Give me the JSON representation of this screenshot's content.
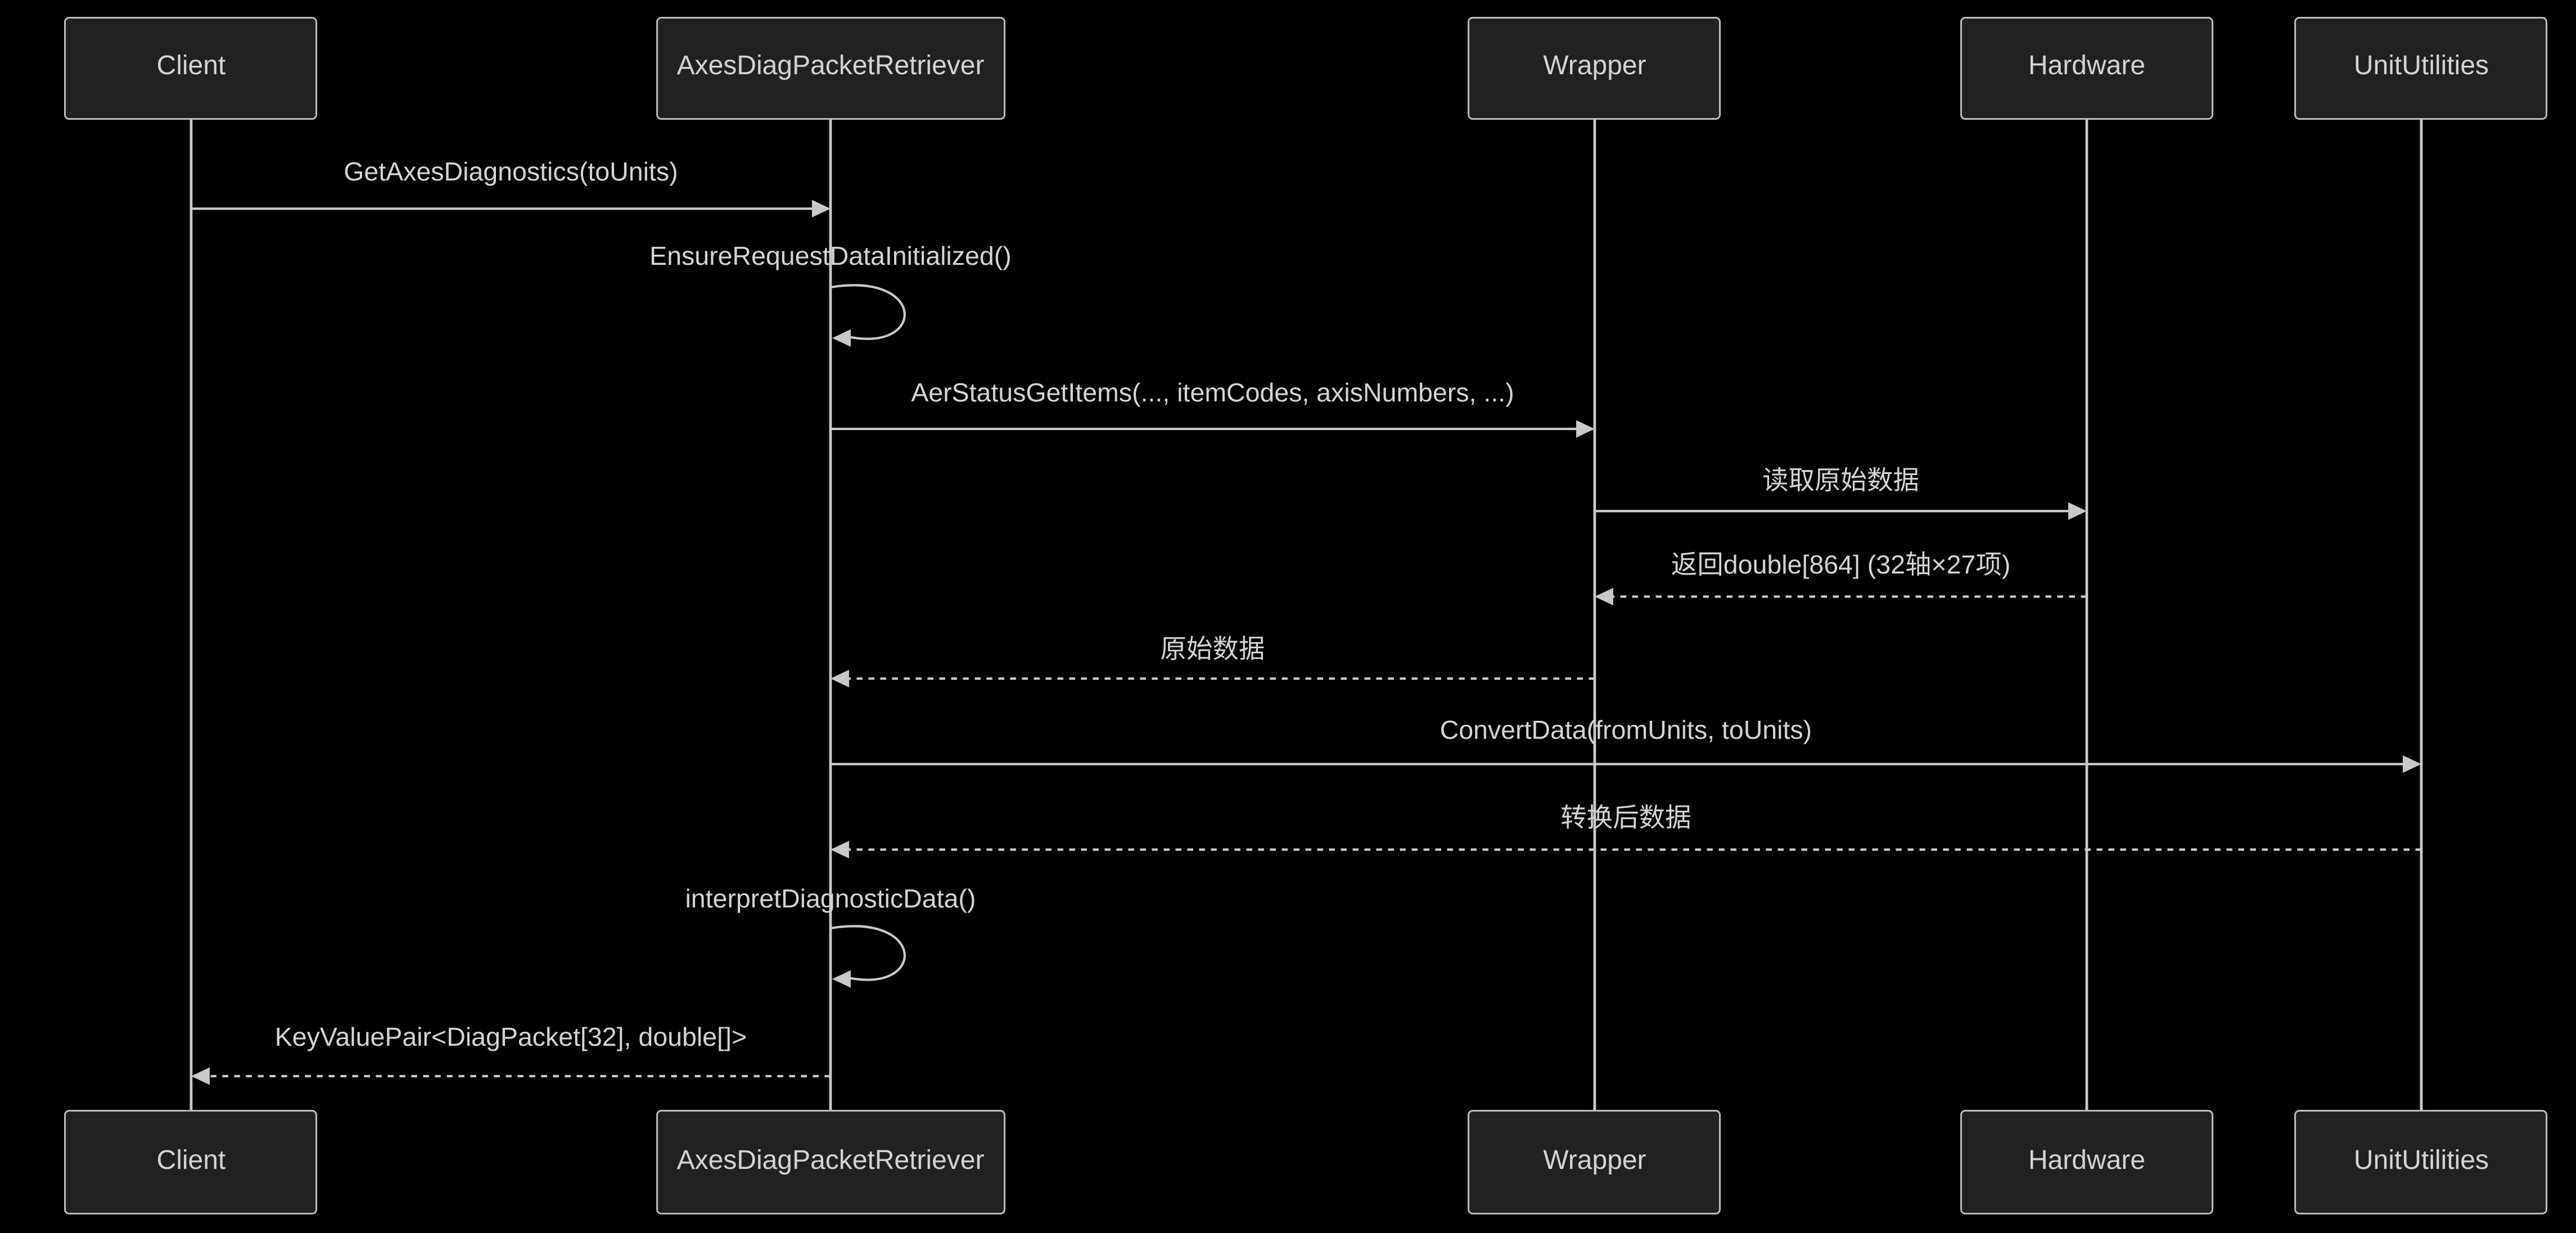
{
  "diagram": {
    "type": "sequence-diagram",
    "colors": {
      "background": "#000000",
      "actor_fill": "#212121",
      "actor_border": "#bdbdbd",
      "line": "#c9c9c9",
      "text": "#d4d4d4"
    },
    "participants": [
      {
        "name": "Client"
      },
      {
        "name": "AxesDiagPacketRetriever"
      },
      {
        "name": "Wrapper"
      },
      {
        "name": "Hardware"
      },
      {
        "name": "UnitUtilities"
      }
    ],
    "messages": [
      {
        "from": "Client",
        "to": "AxesDiagPacketRetriever",
        "label": "GetAxesDiagnostics(toUnits)",
        "line": "solid",
        "kind": "call"
      },
      {
        "from": "AxesDiagPacketRetriever",
        "to": "AxesDiagPacketRetriever",
        "label": "EnsureRequestDataInitialized()",
        "line": "solid",
        "kind": "self"
      },
      {
        "from": "AxesDiagPacketRetriever",
        "to": "Wrapper",
        "label": "AerStatusGetItems(..., itemCodes, axisNumbers, ...)",
        "line": "solid",
        "kind": "call"
      },
      {
        "from": "Wrapper",
        "to": "Hardware",
        "label": "读取原始数据",
        "line": "solid",
        "kind": "call"
      },
      {
        "from": "Hardware",
        "to": "Wrapper",
        "label": "返回double[864] (32轴×27项)",
        "line": "dashed",
        "kind": "return"
      },
      {
        "from": "Wrapper",
        "to": "AxesDiagPacketRetriever",
        "label": "原始数据",
        "line": "dashed",
        "kind": "return"
      },
      {
        "from": "AxesDiagPacketRetriever",
        "to": "UnitUtilities",
        "label": "ConvertData(fromUnits, toUnits)",
        "line": "solid",
        "kind": "call"
      },
      {
        "from": "UnitUtilities",
        "to": "AxesDiagPacketRetriever",
        "label": "转换后数据",
        "line": "dashed",
        "kind": "return"
      },
      {
        "from": "AxesDiagPacketRetriever",
        "to": "AxesDiagPacketRetriever",
        "label": "interpretDiagnosticData()",
        "line": "solid",
        "kind": "self"
      },
      {
        "from": "AxesDiagPacketRetriever",
        "to": "Client",
        "label": "KeyValuePair<DiagPacket[32], double[]>",
        "line": "dashed",
        "kind": "return"
      }
    ]
  }
}
